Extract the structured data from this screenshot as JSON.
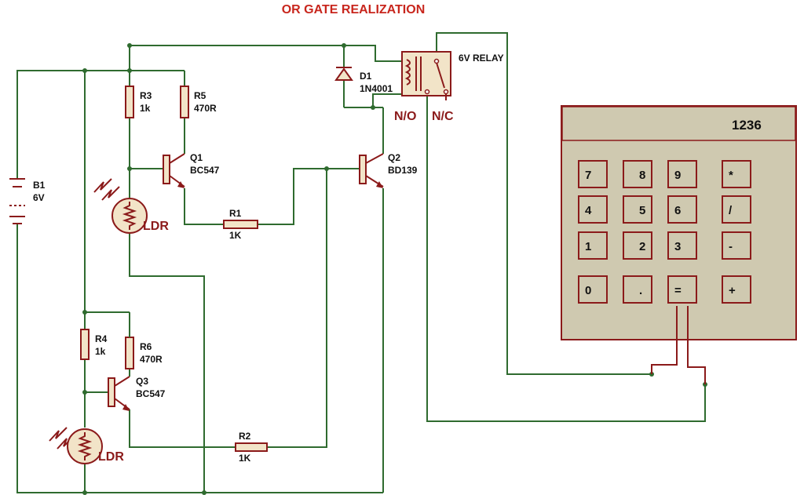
{
  "title": "OR GATE REALIZATION",
  "battery": {
    "ref": "B1",
    "value": "6V"
  },
  "resistors": {
    "r3": {
      "ref": "R3",
      "value": "1k"
    },
    "r5": {
      "ref": "R5",
      "value": "470R"
    },
    "r1": {
      "ref": "R1",
      "value": "1K"
    },
    "r4": {
      "ref": "R4",
      "value": "1k"
    },
    "r6": {
      "ref": "R6",
      "value": "470R"
    },
    "r2": {
      "ref": "R2",
      "value": "1K"
    }
  },
  "transistors": {
    "q1": {
      "ref": "Q1",
      "part": "BC547"
    },
    "q2": {
      "ref": "Q2",
      "part": "BD139"
    },
    "q3": {
      "ref": "Q3",
      "part": "BC547"
    }
  },
  "diode": {
    "ref": "D1",
    "part": "1N4001"
  },
  "relay": {
    "label": "6V RELAY",
    "no": "N/O",
    "nc": "N/C"
  },
  "ldr": {
    "top": "LDR",
    "bottom": "LDR"
  },
  "keypad": {
    "display": "1236",
    "keys": [
      [
        "7",
        "8",
        "9",
        "*"
      ],
      [
        "4",
        "5",
        "6",
        "/"
      ],
      [
        "1",
        "2",
        "3",
        "-"
      ],
      [
        "0",
        ".",
        "=",
        "+"
      ]
    ]
  }
}
